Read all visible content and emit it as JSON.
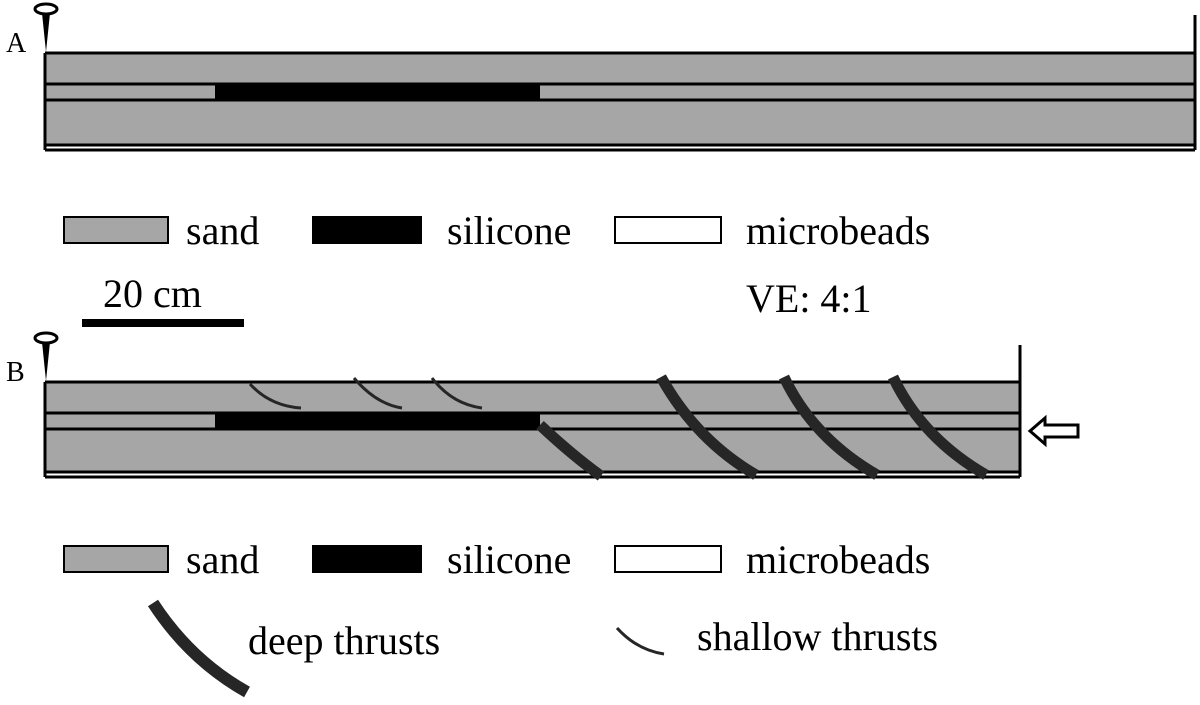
{
  "colors": {
    "sand": "#a6a6a6",
    "silicone": "#000000",
    "microbeads": "#ffffff",
    "line": "#000000",
    "thrust": "#262626"
  },
  "panels": [
    {
      "id": "A",
      "label": "A"
    },
    {
      "id": "B",
      "label": "B"
    }
  ],
  "legend": {
    "sand": "sand",
    "silicone": "silicone",
    "microbeads": "microbeads",
    "deep_thrusts": "deep thrusts",
    "shallow_thrusts": "shallow thrusts"
  },
  "scale_bar": "20 cm",
  "vertical_exaggeration": "VE: 4:1",
  "icons": {
    "piston": "pin-icon",
    "shortening": "arrow-left-icon"
  }
}
